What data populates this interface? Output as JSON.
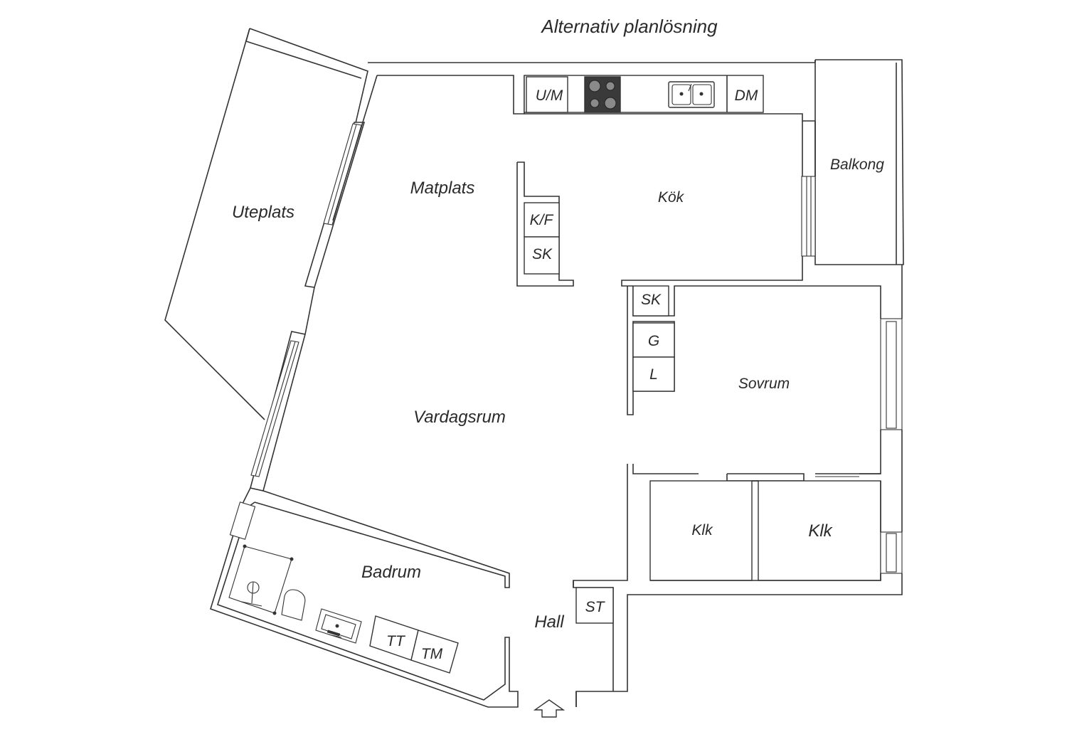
{
  "title": "Alternativ planlösning",
  "rooms": {
    "uteplats": "Uteplats",
    "matplats": "Matplats",
    "kok": "Kök",
    "balkong": "Balkong",
    "vardagsrum": "Vardagsrum",
    "sovrum": "Sovrum",
    "klk1": "Klk",
    "klk2": "Klk",
    "badrum": "Badrum",
    "hall": "Hall"
  },
  "fixtures": {
    "um": "U/M",
    "dm": "DM",
    "kf": "K/F",
    "sk1": "SK",
    "sk2": "SK",
    "g": "G",
    "l": "L",
    "st": "ST",
    "tt": "TT",
    "tm": "TM"
  },
  "icons": {
    "entrance": "entrance-arrow-icon",
    "stove": "stove-icon",
    "sink": "sink-icon",
    "toilet": "toilet-icon",
    "shower": "shower-icon",
    "basin": "washbasin-icon"
  }
}
